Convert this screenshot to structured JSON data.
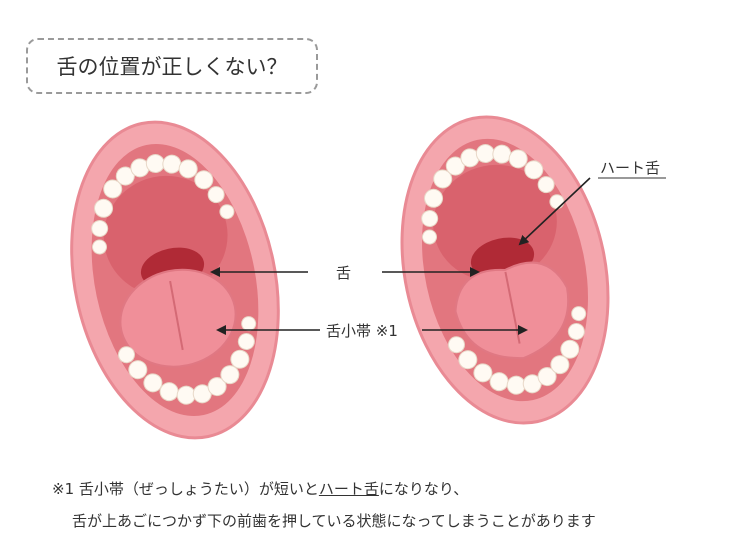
{
  "title": "舌の位置が正しくない？",
  "labels": {
    "tongue": "舌",
    "frenulum": "舌小帯 ※1",
    "heart_tongue": "ハート舌"
  },
  "note": {
    "line1_prefix": "※1 舌小帯（ぜっしょうたい）が短いと",
    "line1_underlined": "ハート舌",
    "line1_suffix": "になりなり、",
    "line2": "舌が上あごにつかず下の前歯を押している状態になってしまうことがあります"
  },
  "colors": {
    "lip": "#f4a6ad",
    "lip_edge": "#e98a94",
    "mouth": "#e2767f",
    "throat": "#b02a36",
    "tongue": "#f08f99",
    "teeth": "#fffaf3",
    "arrow": "#222222"
  }
}
